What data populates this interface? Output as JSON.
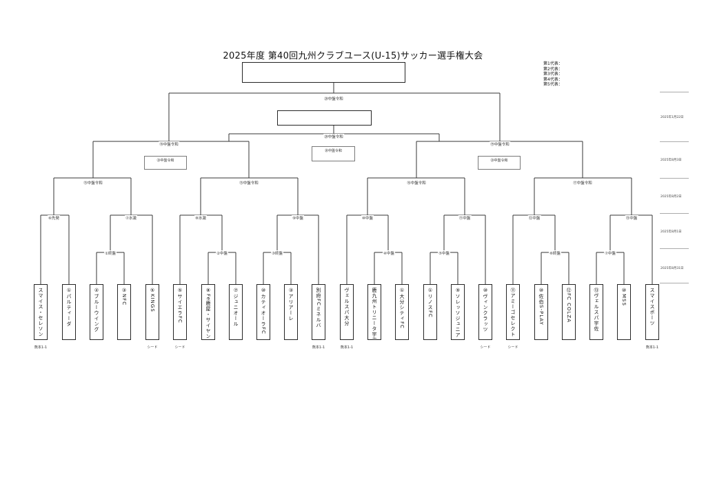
{
  "title": "2025年度 第40回九州クラブユース(U-15)サッカー選手権大会",
  "representatives": [
    "第1代表：",
    "第2代表：",
    "第3代表：",
    "第4代表：",
    "第5代表："
  ],
  "teams": [
    {
      "name": "スマイス・セレソン"
    },
    {
      "name": "①パルティーダ"
    },
    {
      "name": "②ブルーウイング"
    },
    {
      "name": "③NFC"
    },
    {
      "name": "⑤KINGS"
    },
    {
      "name": "⑤サイエラFC"
    },
    {
      "name": "⑧Fe鹿屋・サイヤンヴ"
    },
    {
      "name": "⑦ジュニオール"
    },
    {
      "name": "⑩カティオーラFC"
    },
    {
      "name": "③アリアーレ"
    },
    {
      "name": "別府FCミネルバ"
    },
    {
      "name": "ヴェルスパ大分"
    },
    {
      "name": "鹿九州トリニータ宇佐"
    },
    {
      "name": "①大分シティFC"
    },
    {
      "name": "①リノスFC"
    },
    {
      "name": "⑨ソレッソジュニアユース"
    },
    {
      "name": "⑩ヴィンクラッツ"
    },
    {
      "name": "⑪アミーゴセレクト"
    },
    {
      "name": "⑩佐伯S-PLAY"
    },
    {
      "name": "⑫FC COLZA"
    },
    {
      "name": "⑬ヴェルスパ宇佐"
    },
    {
      "name": "⑩MSS"
    },
    {
      "name": "スマイスポーツ"
    }
  ],
  "notes": {
    "left_extra": "熊本1-1",
    "seed": "シード",
    "extra2": "熊本1-1",
    "extra3": "熊本1-1",
    "extra4": "熊本1-1"
  },
  "match_labels": {
    "r1": [
      "①終盤",
      "②中盤",
      "③終盤",
      "④中盤",
      "⑤中盤",
      "⑥終盤",
      "⑦中盤"
    ],
    "r2": [
      "⑥先発",
      "⑦水激",
      "⑧水激",
      "⑨中盤",
      "⑩中盤",
      "⑪中盤",
      "⑫中盤",
      "⑬中盤"
    ],
    "qf": [
      "⑮中盤令和",
      "⑮中盤令和",
      "⑯中盤令和",
      "⑰中盤令和"
    ],
    "sf": [
      "⑱中盤令和",
      "⑲中盤令和"
    ],
    "final": "⑳中盤令和",
    "third": "⑳中盤令和",
    "sub_left": "⑳中盤令和",
    "sub_mid": "⑳中盤令和",
    "sub_right": "⑳中盤令和"
  },
  "dates": [
    "2025年1月22日",
    "2025年8月3日",
    "2025年8月2日",
    "2025年8月1日",
    "2025年8月31日"
  ]
}
